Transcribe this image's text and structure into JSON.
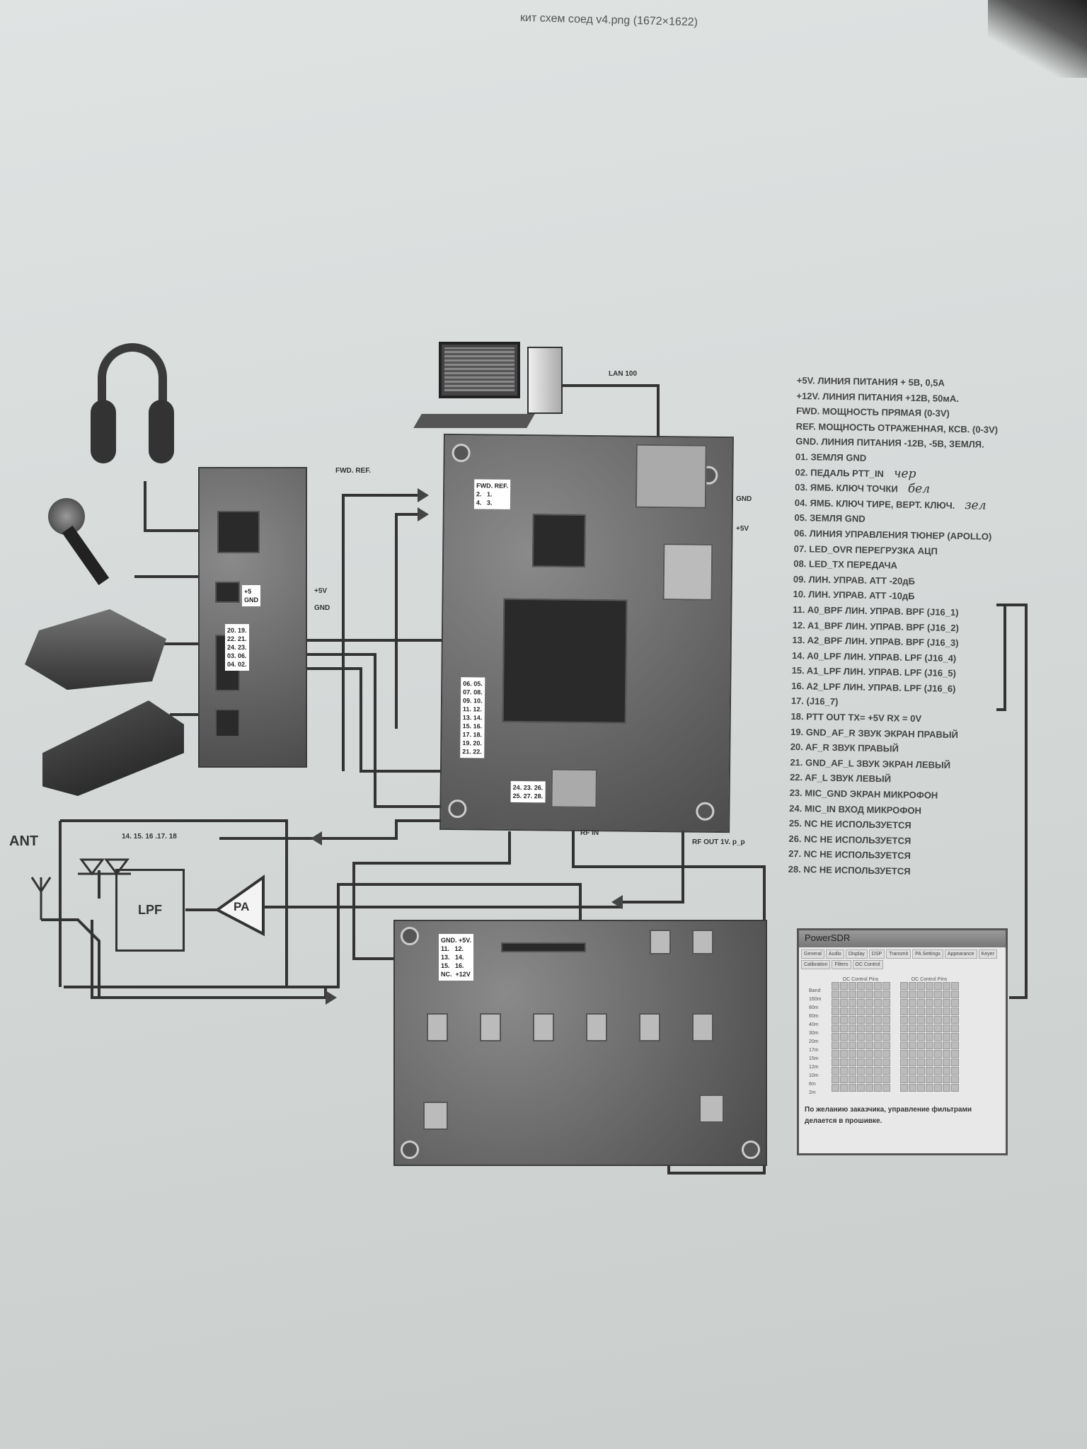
{
  "title": "кит схем соед v4.png (1672×1622)",
  "legend": [
    "+5V.   ЛИНИЯ ПИТАНИЯ + 5В, 0,5А",
    "+12V.  ЛИНИЯ ПИТАНИЯ +12В, 50мА.",
    "FWD.  МОЩНОСТЬ ПРЯМАЯ (0-3V)",
    "REF.   МОЩНОСТЬ ОТРАЖЕННАЯ, КСВ. (0-3V)",
    "GND.  ЛИНИЯ ПИТАНИЯ -12В, -5В, ЗЕМЛЯ.",
    "01. ЗЕМЛЯ GND",
    "02. ПЕДАЛЬ PTT_IN",
    "03. ЯМБ. КЛЮЧ ТОЧКИ",
    "04. ЯМБ. КЛЮЧ ТИРЕ, ВЕРТ. КЛЮЧ.",
    "05. ЗЕМЛЯ GND",
    "06. ЛИНИЯ УПРАВЛЕНИЯ ТЮНЕР (APOLLO)",
    "07. LED_OVR ПЕРЕГРУЗКА АЦП",
    "08. LED_TX ПЕРЕДАЧА",
    "09. ЛИН. УПРАВ. ATT -20дБ",
    "10. ЛИН. УПРАВ. ATT -10дБ",
    "11.  A0_BPF ЛИН. УПРАВ. BPF  (J16_1)",
    "12.  A1_BPF ЛИН. УПРАВ. BPF  (J16_2)",
    "13.  A2_BPF ЛИН. УПРАВ. BPF  (J16_3)",
    "14.  A0_LPF ЛИН. УПРАВ. LPF  (J16_4)",
    "15.  A1_LPF ЛИН. УПРАВ. LPF  (J16_5)",
    "16.  A2_LPF ЛИН. УПРАВ. LPF  (J16_6)",
    "17.  (J16_7)",
    "18.  PTT OUT   TX= +5V  RX = 0V",
    "19.  GND_AF_R ЗВУК ЭКРАН ПРАВЫЙ",
    "20.  AF_R  ЗВУК ПРАВЫЙ",
    "21.  GND_AF_L ЗВУК ЭКРАН ЛЕВЫЙ",
    "22.  AF_L ЗВУК ЛЕВЫЙ",
    "23.  MIC_GND ЭКРАН МИКРОФОН",
    "24.  MIC_IN   ВХОД МИКРОФОН",
    "25.   NC НЕ ИСПОЛЬЗУЕТСЯ",
    "26.   NC НЕ ИСПОЛЬЗУЕТСЯ",
    "27.   NC НЕ ИСПОЛЬЗУЕТСЯ",
    "28.   NC НЕ ИСПОЛЬЗУЕТСЯ"
  ],
  "handwritten": {
    "l6": "чер",
    "l7": "бел",
    "l8": "зел"
  },
  "labels": {
    "fwd_ref": "FWD. REF.",
    "lan": "LAN 100",
    "plus5v_left": "+5V",
    "gnd_left": "GND",
    "gnd_right": "GND",
    "plus5v_right": "+5V",
    "rf_in": "RF IN",
    "rf_out": "RF OUT 1V. p_p",
    "ant": "ANT",
    "lpf": "LPF",
    "pa": "PA",
    "ctrl_pins": "14. 15. 16 .17. 18"
  },
  "board_labels": {
    "iface_power": "+5\nGND",
    "iface_pins": "20. 19.\n22. 21.\n24. 23.\n03. 06.\n04. 02.",
    "main_fwdref": "FWD. REF.\n2.   1.\n4.   3.",
    "main_pins": "06. 05.\n07. 08.\n09. 10.\n11. 12.\n13. 14.\n15. 16.\n17. 18.\n19. 20.\n21. 22.",
    "main_bottom": "24. 23. 26.\n25. 27. 28.",
    "filter_pins": "GND. +5V.\n11.   12.\n13.   14.\n15.   16.\nNC.  +12V"
  },
  "powersdr": {
    "title": "PowerSDR",
    "tabs": [
      "General",
      "Audio",
      "Display",
      "DSP",
      "Transmit",
      "PA Settings",
      "Appearance",
      "Keyer",
      "Calibration",
      "Filters",
      "OC Control"
    ],
    "grid_title": "OC Control Pins",
    "rows": [
      "Band",
      "160m",
      "80m",
      "60m",
      "40m",
      "30m",
      "20m",
      "17m",
      "15m",
      "12m",
      "10m",
      "6m",
      "2m"
    ],
    "footer": "По желанию заказчика, управление фильтрами делается в прошивке."
  }
}
